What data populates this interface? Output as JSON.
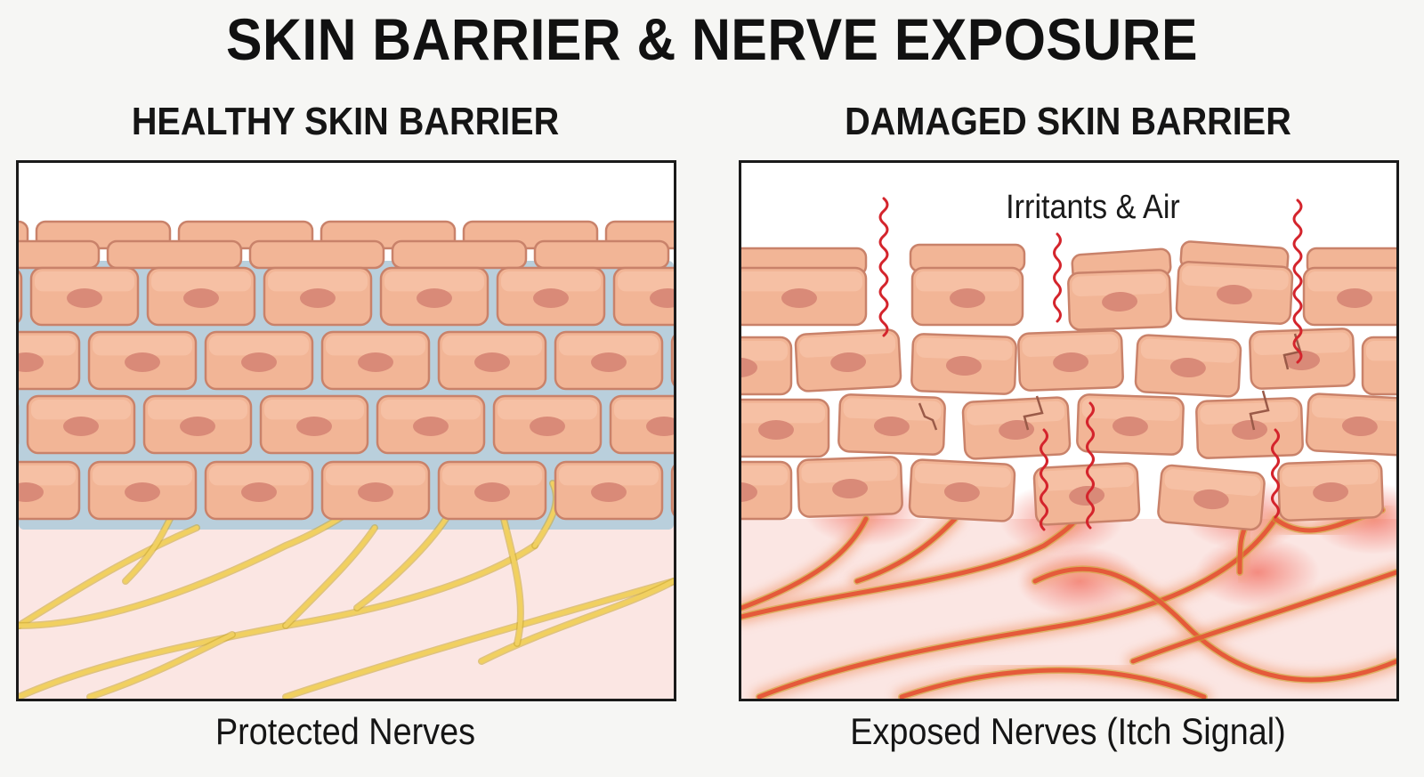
{
  "title": "SKIN BARRIER & NERVE EXPOSURE",
  "panels": {
    "healthy": {
      "heading": "HEALTHY SKIN BARRIER",
      "caption": "Protected Nerves"
    },
    "damaged": {
      "heading": "DAMAGED SKIN BARRIER",
      "label": "Irritants & Air",
      "caption": "Exposed Nerves (Itch Signal)"
    }
  },
  "colors": {
    "cell_fill": "#f2b596",
    "cell_stroke": "#c9826a",
    "nucleus": "#d98a78",
    "lipid": "#b9cfdc",
    "dermis": "#fbe6e3",
    "nerve_healthy": "#f1d060",
    "nerve_inflamed": "#e55a3a",
    "irritant": "#d4242c"
  }
}
